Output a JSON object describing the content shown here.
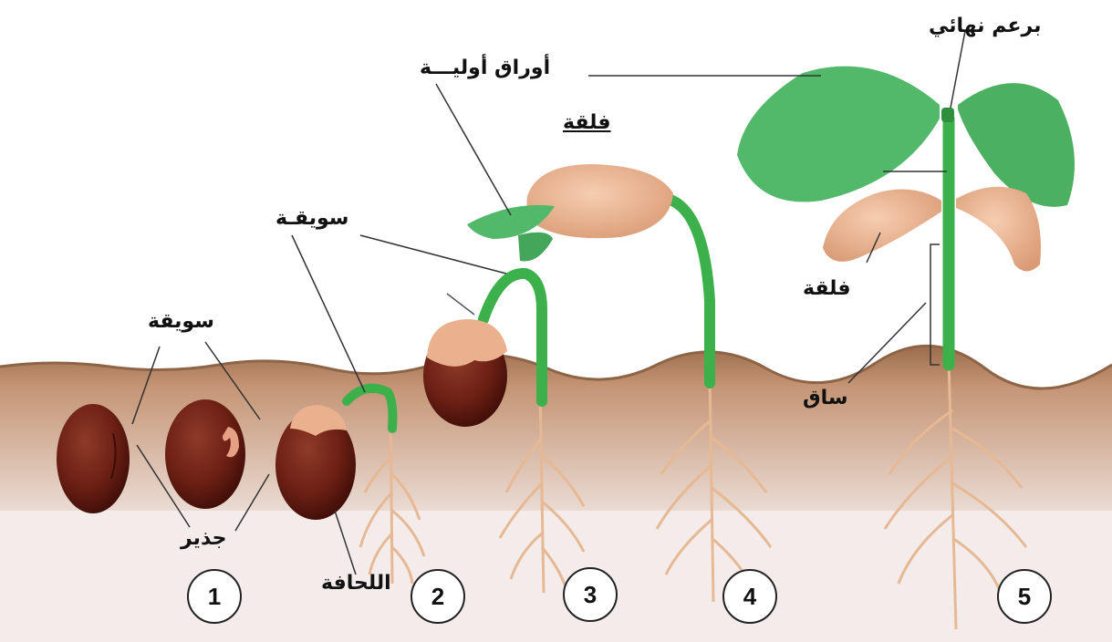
{
  "labels": {
    "terminal_bud": "برعم نهائي",
    "primary_leaves": "أوراق أوليـــة",
    "cotyledon_top": "فلقة",
    "hypocotyl_mid": "سويقـة",
    "hypocotyl_left": "سويقة",
    "cotyledon_right": "فلقة",
    "stem": "ساق",
    "radicle": "جذير",
    "seed_coat": "اللحافة"
  },
  "stages": [
    "1",
    "2",
    "3",
    "4",
    "5"
  ],
  "colors": {
    "soil": "#b98963",
    "soil_top": "#8e6446",
    "ground": "#f2e9e6",
    "seed": "#6b1f14",
    "stem": "#3cb04a",
    "leaf": "#52b86a",
    "cotyledon": "#e9b18d",
    "root": "#e6b893"
  }
}
